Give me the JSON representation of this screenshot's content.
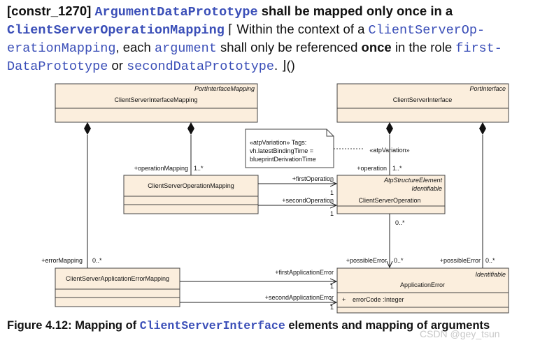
{
  "header": {
    "req_id": "[constr_1270]",
    "subject": "ArgumentDataPrototype",
    "text1": "shall be mapped only once in a",
    "context_type": "ClientServerOperationMapping",
    "bracket_open": "⌈",
    "text2": "Within the context of a",
    "context_ref_a": "ClientServerOp-",
    "context_ref_b": "erationMapping",
    "text3": ", each",
    "argument": "argument",
    "text4": "shall only be referenced",
    "once": "once",
    "text5": "in the role",
    "role1_a": "first-",
    "role1_b": "DataPrototype",
    "or": "or",
    "role2": "secondDataPrototype",
    "text6": ".",
    "closing": "⌋()"
  },
  "diagram": {
    "classes": {
      "csim": {
        "stereotype": "PortInterfaceMapping",
        "name": "ClientServerInterfaceMapping"
      },
      "csi": {
        "stereotype": "PortInterface",
        "name": "ClientServerInterface"
      },
      "csom": {
        "name": "ClientServerOperationMapping"
      },
      "cso": {
        "stereotype1": "AtpStructureElement",
        "stereotype2": "Identifiable",
        "name": "ClientServerOperation"
      },
      "csaem": {
        "name": "ClientServerApplicationErrorMapping"
      },
      "ae": {
        "stereotype": "Identifiable",
        "name": "ApplicationError",
        "attr_vis": "+",
        "attr": "errorCode  :Integer"
      }
    },
    "note": {
      "line1": "«atpVariation» Tags:",
      "line2": "vh.latestBindingTime =",
      "line3": "blueprintDerivationTime"
    },
    "labels": {
      "operation_mapping": "+operationMapping",
      "operation_mapping_mult": "1..*",
      "atp_variation": "«atpVariation»",
      "operation": "+operation",
      "operation_mult": "1..*",
      "first_operation": "+firstOperation",
      "first_operation_mult": "1",
      "second_operation": "+secondOperation",
      "second_operation_mult": "1",
      "error_mapping": "+errorMapping",
      "error_mapping_mult": "0..*",
      "op_error_mult": "0..*",
      "possible_error_1": "+possibleError",
      "possible_error_1_mult": "0..*",
      "possible_error_2": "+possibleError",
      "possible_error_2_mult": "0..*",
      "first_app_error": "+firstApplicationError",
      "first_app_error_mult": "1",
      "second_app_error": "+secondApplicationError",
      "second_app_error_mult": "1"
    }
  },
  "caption": {
    "prefix": "Figure 4.12: Mapping of",
    "type": "ClientServerInterface",
    "suffix": "elements and mapping of arguments"
  },
  "watermark": "CSDN @gey_tsun",
  "colors": {
    "class_fill": "#fbeedd",
    "link_blue": "#3b4fb8"
  }
}
